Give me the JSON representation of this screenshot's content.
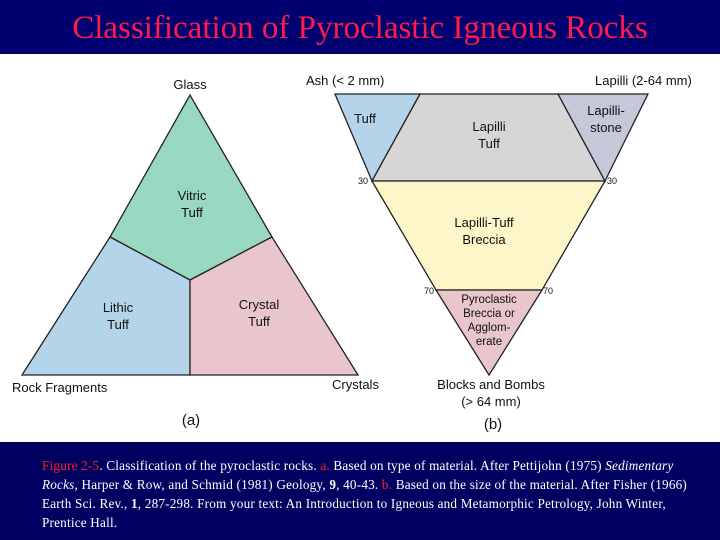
{
  "slide": {
    "title": "Classification of Pyroclastic Igneous Rocks"
  },
  "diagram_a": {
    "apex_top": "Glass",
    "apex_left": "Rock Fragments",
    "apex_right": "Crystals",
    "field_vitric": [
      "Vitric",
      "Tuff"
    ],
    "field_lithic": [
      "Lithic",
      "Tuff"
    ],
    "field_crystal": [
      "Crystal",
      "Tuff"
    ],
    "panel_label": "(a)",
    "colors": {
      "vitric": "#98d8c0",
      "lithic": "#b4d4ea",
      "crystal": "#e8c6cc",
      "outline": "#222222"
    }
  },
  "diagram_b": {
    "top_left": "Ash (< 2 mm)",
    "top_right": "Lapilli (2-64 mm)",
    "bottom_line1": "Blocks and Bombs",
    "bottom_line2": "(> 64 mm)",
    "field_tuff": "Tuff",
    "field_lapilli_tuff": [
      "Lapilli",
      "Tuff"
    ],
    "field_lapillistone": [
      "Lapilli-",
      "stone"
    ],
    "field_lapilli_tuff_breccia": [
      "Lapilli-Tuff",
      "Breccia"
    ],
    "field_pyroclastic": [
      "Pyroclastic",
      "Breccia or",
      "Agglom-",
      "erate"
    ],
    "tick_30_left": "30",
    "tick_30_right": "30",
    "tick_70_left": "70",
    "tick_70_right": "70",
    "panel_label": "(b)",
    "colors": {
      "tuff": "#b4d4ea",
      "lapilli_tuff": "#d6d6d6",
      "lapillistone": "#c4c8d8",
      "breccia": "#fdf6c8",
      "pyroclastic": "#e8c6cc",
      "outline": "#222222"
    }
  },
  "caption": {
    "figure_label": "Figure 2-5",
    "p1": ". Classification of the pyroclastic rocks. ",
    "a_label": "a.",
    "p2": " Based on type of material. After Pettijohn (1975) ",
    "book1": "Sedimentary Rocks",
    "p3": ", Harper & Row, and Schmid (1981) Geology, ",
    "vol1": "9",
    "p4": ", 40-43. ",
    "b_label": "b.",
    "p5": " Based on the size of the material. After Fisher (1966) Earth Sci. Rev., ",
    "vol2": "1",
    "p6": ", 287-298. From your text: An Introduction to Igneous and Metamorphic Petrology, John Winter, Prentice Hall."
  }
}
